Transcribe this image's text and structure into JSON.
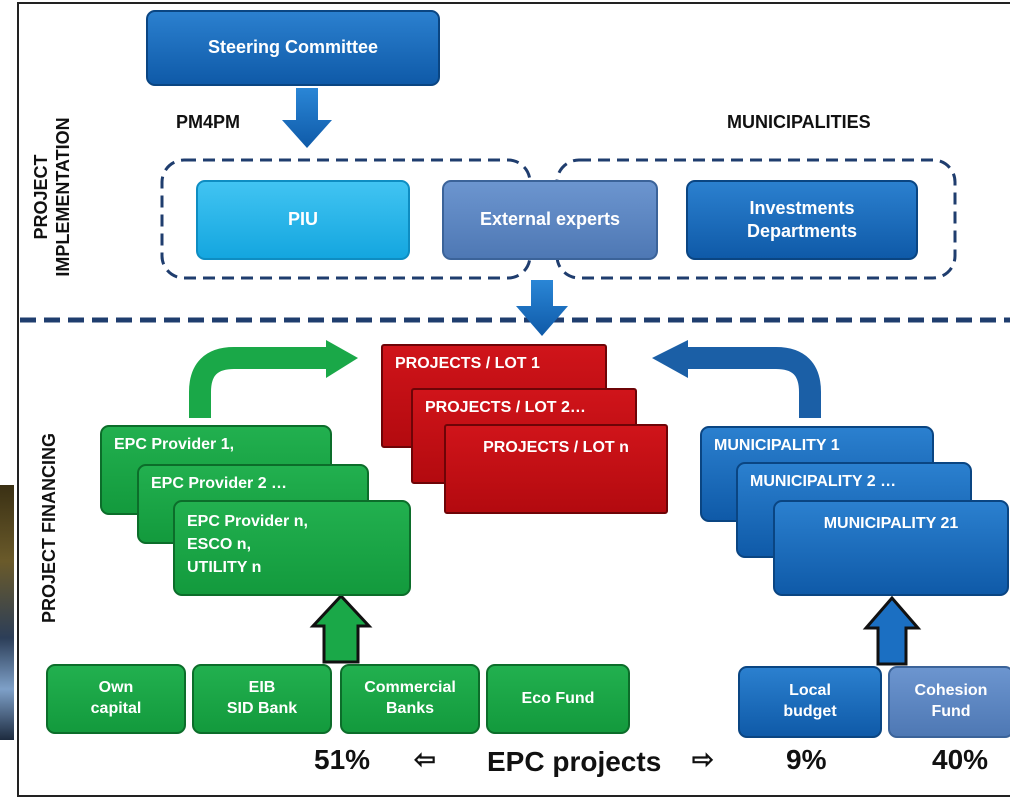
{
  "steering": "Steering Committee",
  "pm4pm": "PM4PM",
  "municipalities_label": "MUNICIPALITIES",
  "section_implementation": [
    "PROJECT",
    "IMPLEMENTATION"
  ],
  "section_financing": "PROJECT  FINANCING",
  "piu": "PIU",
  "external_experts": "External experts",
  "investments": [
    "Investments",
    "Departments"
  ],
  "projects": [
    "PROJECTS / LOT 1",
    "PROJECTS / LOT 2…",
    "PROJECTS / LOT n"
  ],
  "epc": [
    "EPC Provider 1,",
    "EPC Provider 2 …",
    "EPC Provider n,",
    "ESCO n,",
    "UTILITY n"
  ],
  "municipality": [
    "MUNICIPALITY 1",
    "MUNICIPALITY 2 …",
    "MUNICIPALITY 21"
  ],
  "funding": {
    "own": [
      "Own",
      "capital"
    ],
    "eib": [
      "EIB",
      "SID Bank"
    ],
    "commercial": [
      "Commercial",
      "Banks"
    ],
    "eco": "Eco Fund",
    "local": [
      "Local",
      "budget"
    ],
    "cohesion": [
      "Cohesion",
      "Fund"
    ]
  },
  "bottom": {
    "pct_epc": "51%",
    "arrow_left": "⇦",
    "label": "EPC projects",
    "arrow_right": "⇨",
    "pct_local": "9%",
    "pct_cohesion": "40%"
  },
  "colors": {
    "dark_blue": "#1b6fc2",
    "light_blue": "#29b6ea",
    "grey_blue": "#5a84c0",
    "green": "#1aa848",
    "red": "#c10f14",
    "dashed_line": "#1f3d6e"
  }
}
